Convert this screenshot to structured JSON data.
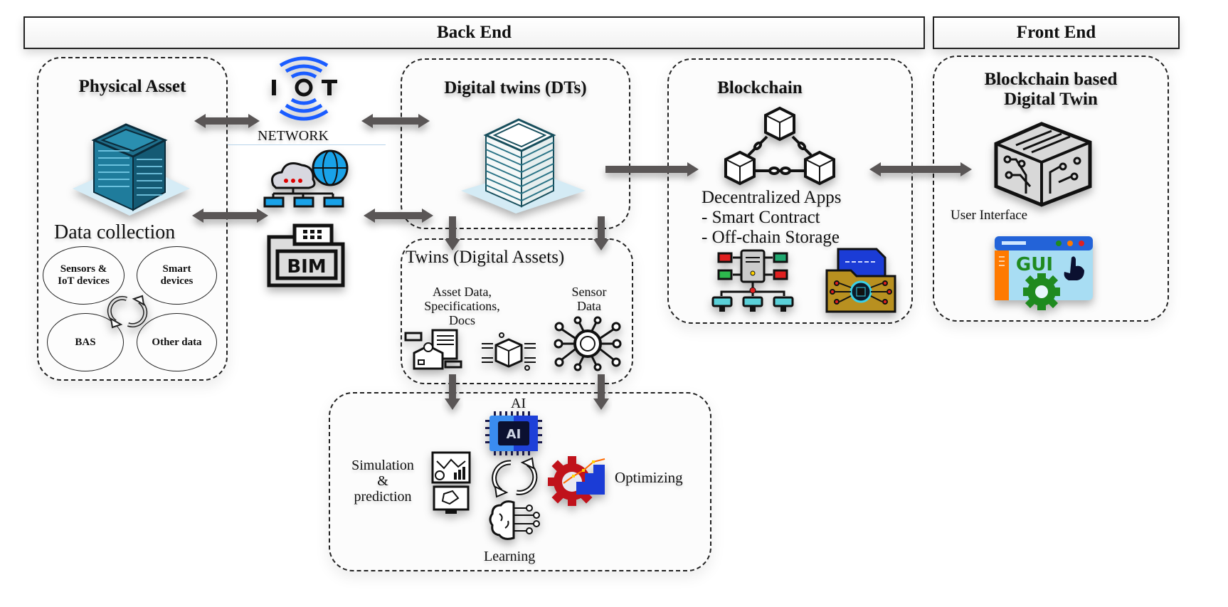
{
  "headers": {
    "back_end": "Back End",
    "front_end": "Front End"
  },
  "physical_asset": {
    "title": "Physical Asset",
    "data_collection": "Data collection",
    "sources": [
      {
        "line1": "Sensors &",
        "line2": "IoT devices"
      },
      {
        "line1": "Smart",
        "line2": "devices"
      },
      {
        "line1": "BAS",
        "line2": ""
      },
      {
        "line1": "Other data",
        "line2": ""
      }
    ]
  },
  "network": {
    "iot_label": "IOT",
    "network_label": "NETWORK",
    "bim_label": "BIM"
  },
  "digital_twins": {
    "title": "Digital twins (DTs)"
  },
  "twins_assets": {
    "title": "Twins (Digital Assets)",
    "asset_data": [
      "Asset Data,",
      "Specifications,",
      "Docs"
    ],
    "sensor_data": [
      "Sensor",
      "Data"
    ]
  },
  "analytics": {
    "ai_label": "AI",
    "ai_chip_text": "AI",
    "simulation": [
      "Simulation",
      "&",
      "prediction"
    ],
    "optimizing": "Optimizing",
    "learning": "Learning"
  },
  "blockchain": {
    "title": "Blockchain",
    "lines": [
      "Decentralized Apps",
      "- Smart Contract",
      "- Off-chain Storage"
    ]
  },
  "front_end_panel": {
    "title_line1": "Blockchain based",
    "title_line2": "Digital Twin",
    "user_interface": "User Interface",
    "gui_text": "GUI"
  },
  "colors": {
    "arrow": "#5a5757",
    "building_blue": "#1f7c9c",
    "iot_blue": "#1a5cff",
    "gui_green": "#1f8a1f",
    "gui_orange": "#ff7a00",
    "gear_red": "#c0121b"
  }
}
